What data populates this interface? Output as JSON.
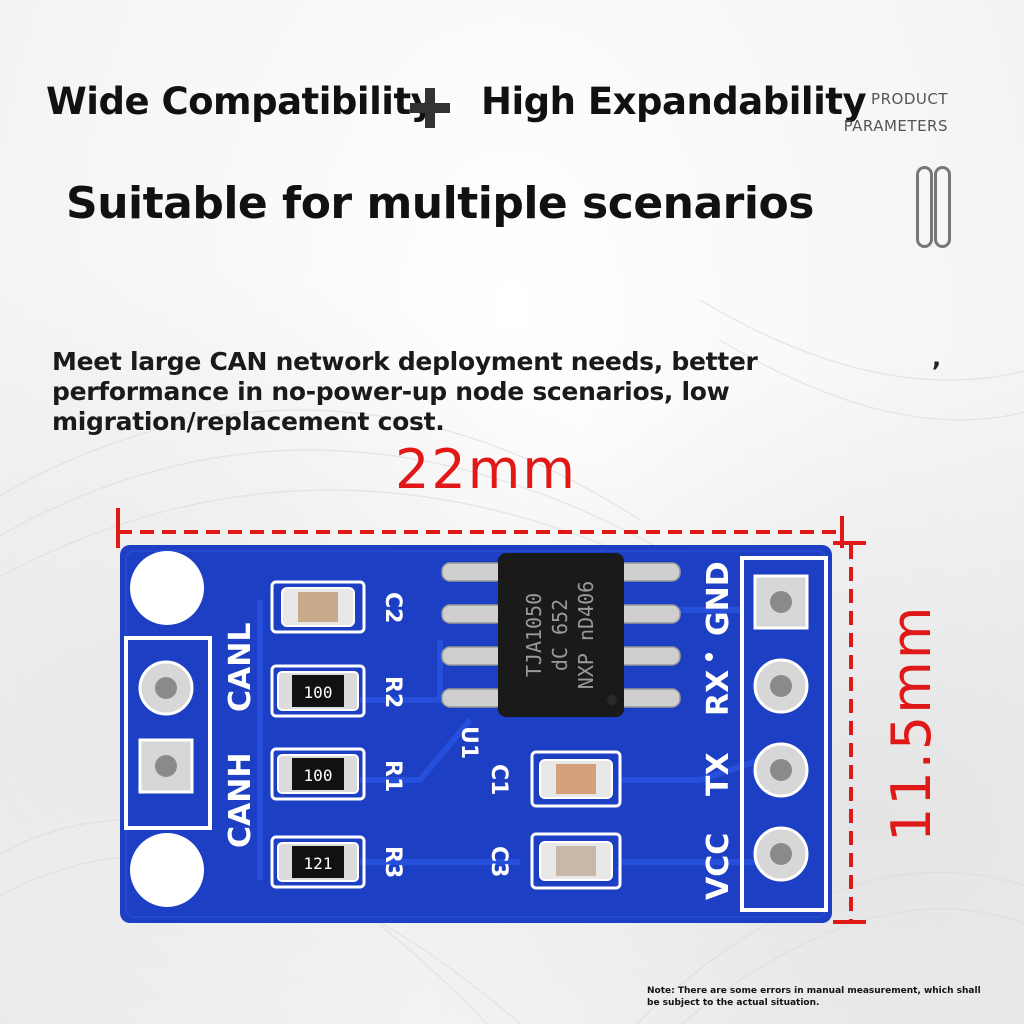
{
  "header": {
    "feature_left": "Wide Compatibility",
    "feature_right": "High Expandability",
    "subtitle": "Suitable for multiple scenarios",
    "section_label_line1": "PRODUCT",
    "section_label_line2": "PARAMETERS"
  },
  "description": "Meet large CAN network deployment needs, better performance in no-power-up node scenarios, low migration/replacement cost.",
  "stray_comma": ",",
  "dimensions": {
    "width": "22mm",
    "height": "11.5mm"
  },
  "board": {
    "chip_line1": "TJA1050",
    "chip_line2": "dC 652",
    "chip_line3": "NXP nD406",
    "silkscreen": {
      "canl": "CANL",
      "canh": "CANH",
      "gnd": "GND",
      "rx": "RX",
      "tx": "TX",
      "vcc": "VCC",
      "c1": "C1",
      "c2": "C2",
      "c3": "C3",
      "r1": "R1",
      "r2": "R2",
      "r3": "R3",
      "u1": "U1"
    },
    "resistor_codes": {
      "r2": "100",
      "r1": "100",
      "r3": "121"
    }
  },
  "colors": {
    "pcb_blue": "#1d3fc4",
    "dimension_red": "#e01818"
  },
  "note": "Note: There are some errors in manual measurement, which shall be subject to the actual situation."
}
